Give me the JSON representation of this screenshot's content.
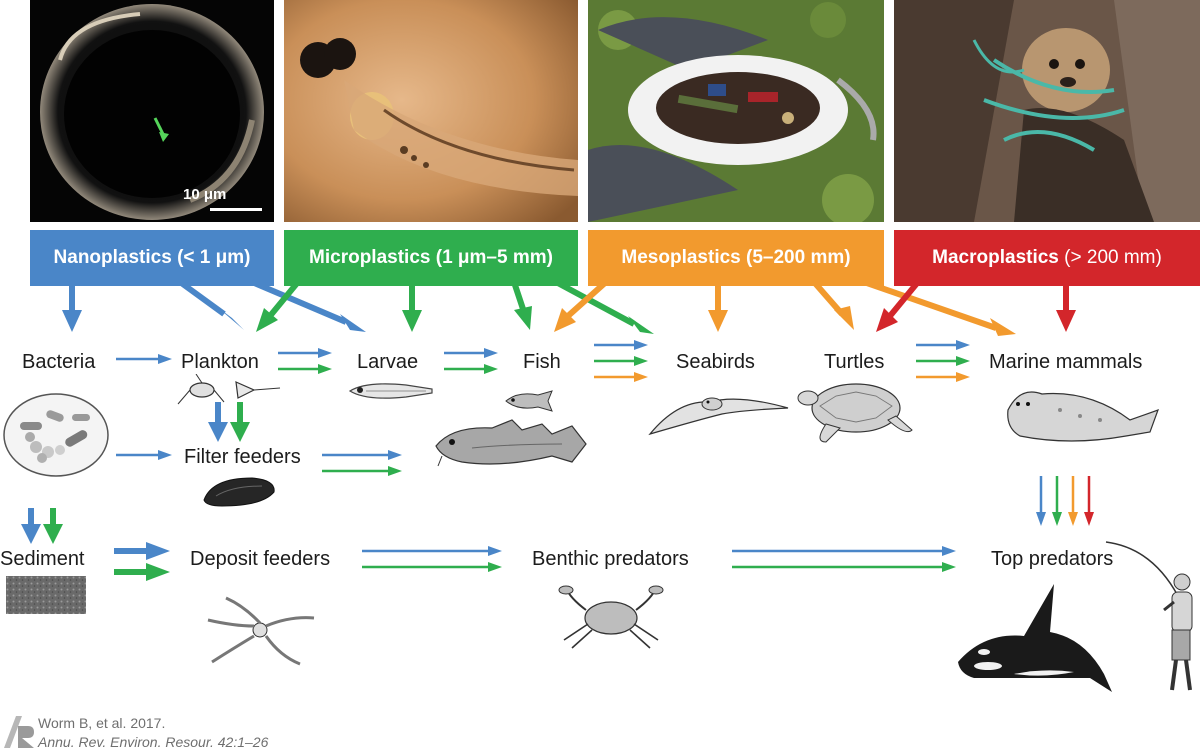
{
  "photos": {
    "nano_scalebar_text": "10 μm"
  },
  "categories": [
    {
      "id": "nano",
      "label": "Nanoplastics (< 1 μm)",
      "main": "Nanoplastics (< 1 μm)",
      "detail": "",
      "color": "#4a86c8"
    },
    {
      "id": "micro",
      "label": "Microplastics (1 μm–5 mm)",
      "main": "Microplastics (1 μm–5 mm)",
      "detail": "",
      "color": "#2fae4e"
    },
    {
      "id": "meso",
      "label": "Mesoplastics (5–200 mm)",
      "main": "Mesoplastics (5–200 mm)",
      "detail": "",
      "color": "#f29a2e"
    },
    {
      "id": "macro",
      "label": "Macroplastics (> 200 mm)",
      "main": "Macroplastics",
      "detail": " (> 200 mm)",
      "color": "#d3262b"
    }
  ],
  "nodes": {
    "bacteria": "Bacteria",
    "plankton": "Plankton",
    "larvae": "Larvae",
    "fish": "Fish",
    "seabirds": "Seabirds",
    "turtles": "Turtles",
    "marine_mammals": "Marine mammals",
    "filter_feeders": "Filter feeders",
    "sediment": "Sediment",
    "deposit_feeders": "Deposit feeders",
    "benthic_predators": "Benthic predators",
    "top_predators": "Top predators"
  },
  "illustrations": [
    "bacteria-colony",
    "plankton-organisms",
    "fish-larva",
    "small-fish",
    "cod-fish",
    "seabird",
    "sea-turtle",
    "seal",
    "mussel",
    "sediment-sample",
    "brittle-star",
    "crab",
    "orca",
    "fisherman"
  ],
  "credit": {
    "line1": "Worm B, et al. 2017.",
    "line2": "Annu. Rev. Environ. Resour. 42:1–26"
  },
  "colors": {
    "nano": "#4a86c8",
    "micro": "#2fae4e",
    "meso": "#f29a2e",
    "macro": "#d3262b"
  }
}
